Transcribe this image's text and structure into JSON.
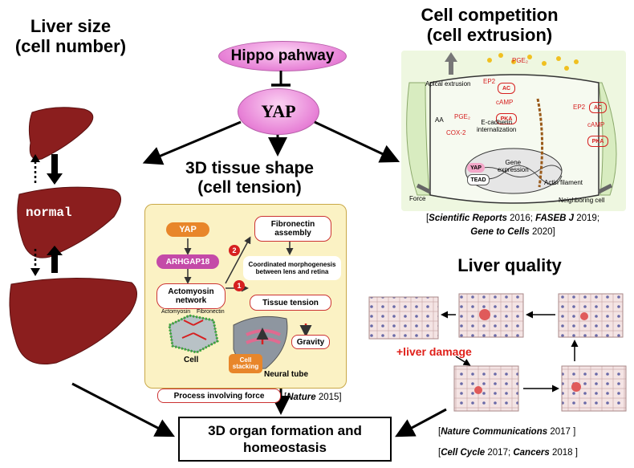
{
  "titles": {
    "liver_size_line1": "Liver size",
    "liver_size_line2": "(cell number)",
    "cell_competition_line1": "Cell competition",
    "cell_competition_line2": "(cell extrusion)",
    "tissue_shape_line1": "3D tissue shape",
    "tissue_shape_line2": "(cell tension)",
    "liver_quality": "Liver quality"
  },
  "nodes": {
    "hippo": "Hippo pahway",
    "yap": "YAP",
    "outcome_line1": "3D organ formation and",
    "outcome_line2": "homeostasis"
  },
  "liver": {
    "normal_label": "normal"
  },
  "tension_panel": {
    "yap": "YAP",
    "arhgap18": "ARHGAP18",
    "actomyosin_line1": "Actomyosin",
    "actomyosin_line2": "network",
    "fibronectin_line1": "Fibronectin",
    "fibronectin_line2": "assembly",
    "morpho_line1": "Coordinated morphogenesis",
    "morpho_line2": "between lens and retina",
    "tissue_tension": "Tissue tension",
    "step1": "1",
    "step2": "2",
    "actomyosin_small": "Actomyosin",
    "fibronectin_small": "Fibronectin",
    "cell": "Cell",
    "cell_stacking_line1": "Cell",
    "cell_stacking_line2": "stacking",
    "gravity": "Gravity",
    "neural_tube": "Neural tube",
    "process": "Process involving force"
  },
  "competition_panel": {
    "apical_extrusion": "Apical extrusion",
    "pge2_top": "PGE₂",
    "ep2_left": "EP2",
    "ac_left": "AC",
    "camp_left": "cAMP",
    "pka_left": "PKA",
    "aa": "AA",
    "pge2_mid": "PGE₂",
    "cox2": "COX-2",
    "ecad_line1": "E-cadherin",
    "ecad_line2": "internalization",
    "yap": "YAP",
    "tead": "TEAD",
    "gene_line1": "Gene",
    "gene_line2": "expression",
    "actin": "Actin filament",
    "force": "Force",
    "neighbor": "Neighboring cell",
    "ep2_right": "EP2",
    "ac_right": "AC",
    "camp_right": "cAMP",
    "pka_right": "PKA"
  },
  "citations": {
    "cc_line1_journal1": "Scientific Reports",
    "cc_line1_year1": " 2016; ",
    "cc_line1_journal2": "FASEB J",
    "cc_line1_year2": " 2019;",
    "cc_line2_journal": "Gene to Cells",
    "cc_line2_year": "  2020]",
    "nature_journal": "Nature",
    "nature_year": " 2015]",
    "nc_journal": "Nature Communications",
    "nc_year": " 2017 ]",
    "cc_journal": "Cell Cycle",
    "cc_year": " 2017; ",
    "cancers_journal": "Cancers",
    "cancers_year": " 2018 ]"
  },
  "quality": {
    "damage": "+liver damage"
  },
  "colors": {
    "liver": "#8b1e1e",
    "pink_node": "#e780d6",
    "panel_bg": "#fbf2c4",
    "orange": "#e8862a",
    "magenta": "#c44aa8",
    "red_step": "#d62020",
    "damage_red": "#e0201a"
  }
}
